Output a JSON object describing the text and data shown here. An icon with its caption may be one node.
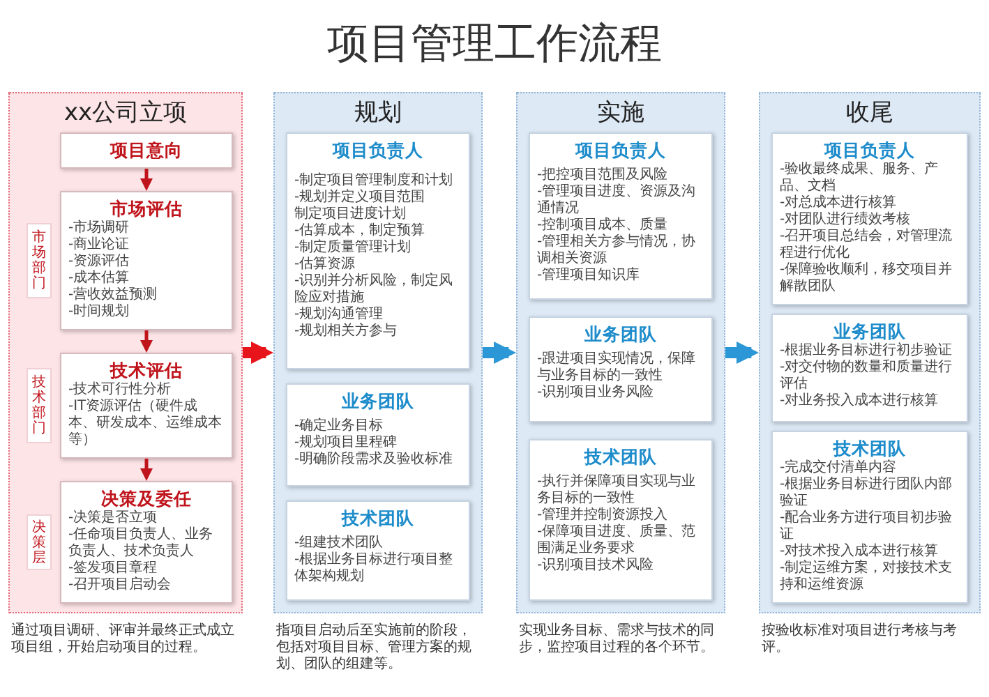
{
  "diagram": {
    "title": "项目管理工作流程",
    "nodes": [
      {
        "text": [
          "xx公司立项"
        ],
        "beside": [
          "通过项目调研、评审并最终正式成立项目组，开始启动项目的过程。"
        ]
      },
      {
        "text": [
          "项目意向"
        ],
        "in": 0
      },
      {
        "text": [
          "市场部门"
        ],
        "in": 0
      },
      {
        "text": [
          "市场评估",
          "-市场调研",
          "-商业论证",
          "-资源评估",
          "-成本估算",
          "-营收效益预测",
          "-时间规划"
        ],
        "in": 0
      },
      {
        "text": [
          "技术部门"
        ],
        "in": 0
      },
      {
        "text": [
          "技术评估",
          "-技术可行性分析",
          "-IT资源评估（硬件成本、研发成本、运维成本等）"
        ],
        "in": 0
      },
      {
        "text": [
          "决策层"
        ],
        "in": 0
      },
      {
        "text": [
          "决策及委任",
          "-决策是否立项",
          "-任命项目负责人、业务负责人、技术负责人",
          "-签发项目章程",
          "-召开项目启动会"
        ],
        "in": 0
      },
      {
        "text": [
          "规划"
        ],
        "beside": [
          "指项目启动后至实施前的阶段，包括对项目目标、管理方案的规划、团队的组建等。"
        ]
      },
      {
        "text": [
          "项目负责人",
          "-制定项目管理制度和计划",
          "-规划并定义项目范围",
          "制定项目进度计划",
          "-估算成本，制定预算",
          "-制定质量管理计划",
          "-估算资源",
          "-识别并分析风险，制定风险应对措施",
          "-规划沟通管理",
          "-规划相关方参与"
        ],
        "in": 8
      },
      {
        "text": [
          "业务团队",
          "-确定业务目标",
          "-规划项目里程碑",
          "-明确阶段需求及验收标准"
        ],
        "in": 8
      },
      {
        "text": [
          "技术团队",
          "-组建技术团队",
          "-根据业务目标进行项目整体架构规划"
        ],
        "in": 8
      },
      {
        "text": [
          "实施"
        ],
        "beside": [
          "实现业务目标、需求与技术的同步，监控项目过程的各个环节。"
        ]
      },
      {
        "text": [
          "项目负责人",
          "-把控项目范围及风险",
          "-管理项目进度、资源及沟通情况",
          "-控制项目成本、质量",
          "-管理相关方参与情况，协调相关资源",
          "-管理项目知识库"
        ],
        "in": 12
      },
      {
        "text": [
          "业务团队",
          "-跟进项目实现情况，保障与业务目标的一致性",
          "-识别项目业务风险"
        ],
        "in": 12
      },
      {
        "text": [
          "技术团队",
          "-执行并保障项目实现与业务目标的一致性",
          "-管理并控制资源投入",
          "-保障项目进度、质量、范围满足业务要求",
          "-识别项目技术风险"
        ],
        "in": 12
      },
      {
        "text": [
          "收尾"
        ],
        "beside": [
          "按验收标准对项目进行考核与考评。"
        ]
      },
      {
        "text": [
          "项目负责人",
          "-验收最终成果、服务、产品、文档",
          "-对总成本进行核算",
          "-对团队进行绩效考核",
          "-召开项目总结会，对管理流程进行优化",
          "-保障验收顺利，移交项目并解散团队"
        ],
        "in": 16
      },
      {
        "text": [
          "业务团队",
          "-根据业务目标进行初步验证",
          "-对交付物的数量和质量进行评估",
          "-对业务投入成本进行核算"
        ],
        "in": 16
      },
      {
        "text": [
          "技术团队",
          "-完成交付清单内容",
          "-根据业务目标进行团队内部验证",
          "-配合业务方进行项目初步验证",
          "-对技术投入成本进行核算",
          "-制定运维方案，对接技术支持和运维资源"
        ],
        "in": 16
      }
    ],
    "edges": [
      {
        "from": 1,
        "to": 3,
        "arrow": "to"
      },
      {
        "from": 3,
        "to": 5,
        "arrow": "to"
      },
      {
        "from": 5,
        "to": 7,
        "arrow": "to"
      },
      {
        "from": 0,
        "to": 8,
        "arrow": "to",
        "style": "thick",
        "color": "#e8141b"
      },
      {
        "from": 8,
        "to": 12,
        "arrow": "to",
        "style": "thick",
        "color": "#2b97d6"
      },
      {
        "from": 12,
        "to": 16,
        "arrow": "to",
        "style": "thick",
        "color": "#2b97d6"
      }
    ]
  }
}
